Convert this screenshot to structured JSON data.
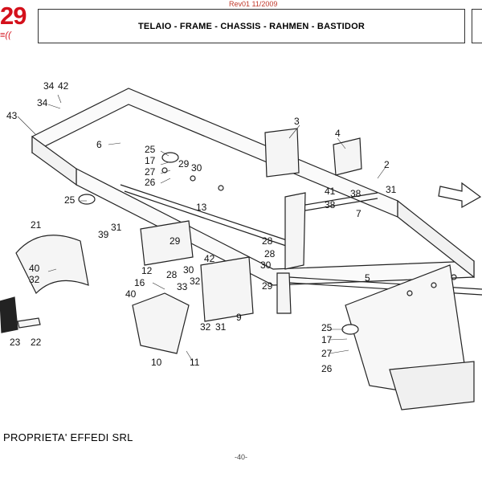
{
  "header": {
    "logo_number": "29",
    "revision": "Rev01 11/2009",
    "title": "TELAIO - FRAME - CHASSIS - RAHMEN - BASTIDOR"
  },
  "drawing": {
    "part_labels": {
      "l34a": "34",
      "l42a": "42",
      "l34b": "34",
      "l43": "43",
      "l6": "6",
      "l25a": "25",
      "l17a": "17",
      "l27a": "27",
      "l26a": "26",
      "l29a": "29",
      "l30a": "30",
      "l3": "3",
      "l4": "4",
      "l2": "2",
      "l41": "41",
      "l38a": "38",
      "l31a": "31",
      "l38b": "38",
      "l7": "7",
      "l13": "13",
      "l25b": "25",
      "l39": "39",
      "l31b": "31",
      "l21": "21",
      "l29b": "29",
      "l40a": "40",
      "l32a": "32",
      "l28a": "28",
      "l42b": "42",
      "l12": "12",
      "l30b": "30",
      "l28b": "28",
      "l16": "16",
      "l40b": "40",
      "l33": "33",
      "l32b": "32",
      "l28c": "28",
      "l30c": "30",
      "l29c": "29",
      "l5": "5",
      "l9": "9",
      "l32c": "32",
      "l31c": "31",
      "l23": "23",
      "l22": "22",
      "l10": "10",
      "l11": "11",
      "l25c": "25",
      "l17b": "17",
      "l27b": "27",
      "l26b": "26"
    }
  },
  "footer": {
    "ownership": "PROPRIETA' EFFEDI SRL",
    "page_number": "-40-"
  }
}
